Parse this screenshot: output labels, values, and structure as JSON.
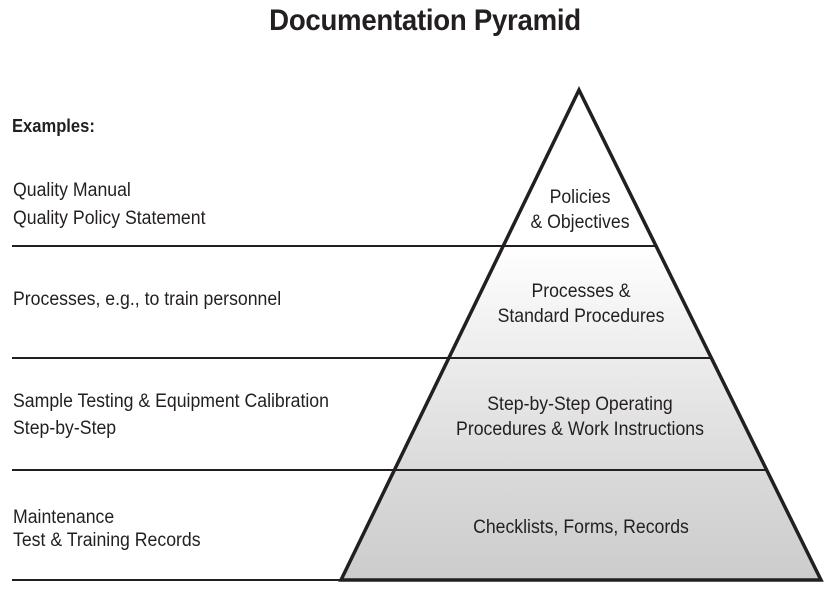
{
  "title": "Documentation Pyramid",
  "examples_heading": "Examples:",
  "tiers": [
    {
      "examples": [
        "Quality Manual",
        "Quality Policy Statement"
      ],
      "pyramid_label": [
        "Policies",
        "& Objectives"
      ]
    },
    {
      "examples": [
        "Processes, e.g., to train personnel"
      ],
      "pyramid_label": [
        "Processes &",
        "Standard Procedures"
      ]
    },
    {
      "examples": [
        "Sample Testing & Equipment Calibration",
        "Step-by-Step"
      ],
      "pyramid_label": [
        "Step-by-Step Operating",
        "Procedures & Work Instructions"
      ]
    },
    {
      "examples": [
        "Maintenance",
        "Test & Training Records"
      ],
      "pyramid_label": [
        "Checklists, Forms, Records"
      ]
    }
  ]
}
